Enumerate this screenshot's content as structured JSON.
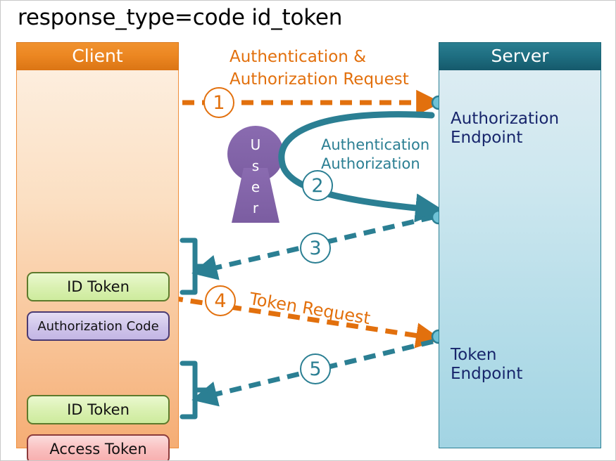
{
  "title": "response_type=code id_token",
  "colors": {
    "orange": "#e2700d",
    "teal": "#2b7f93",
    "navy": "#17256b",
    "purple": "#8160a8",
    "client_header": "#ec8722",
    "server_header": "#1e6d80",
    "chip_green": "#d9f0b0",
    "chip_purple": "#cfc4ea",
    "chip_red": "#f9bdbd"
  },
  "client": {
    "header": "Client",
    "tokens": [
      {
        "label": "ID Token",
        "style": "green"
      },
      {
        "label": "Authorization Code",
        "style": "purple"
      },
      {
        "label": "ID Token",
        "style": "green"
      },
      {
        "label": "Access Token",
        "style": "red"
      }
    ]
  },
  "server": {
    "header": "Server",
    "endpoints": [
      {
        "label": "Authorization\nEndpoint"
      },
      {
        "label": "Token\nEndpoint"
      }
    ]
  },
  "actor": {
    "name": "User",
    "letters": [
      "U",
      "s",
      "e",
      "r"
    ]
  },
  "steps": [
    {
      "number": "1",
      "color": "orange",
      "label": "Authentication &\nAuthorization Request"
    },
    {
      "number": "2",
      "color": "teal",
      "label": "Authentication\nAuthorization"
    },
    {
      "number": "3",
      "color": "teal",
      "label": ""
    },
    {
      "number": "4",
      "color": "orange",
      "label": "Token Request"
    },
    {
      "number": "5",
      "color": "teal",
      "label": ""
    }
  ]
}
